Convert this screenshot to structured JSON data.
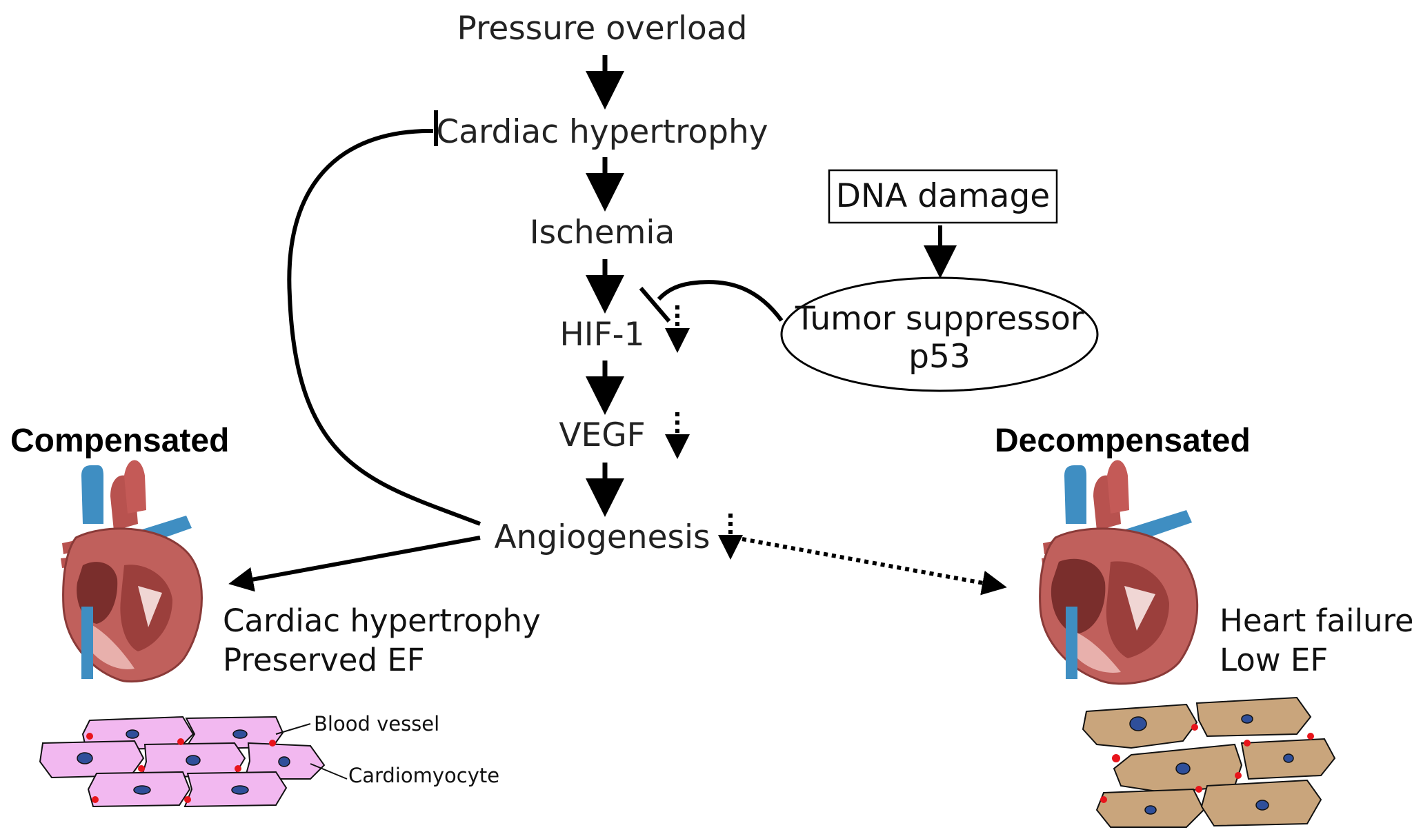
{
  "nodes": {
    "pressure_overload": "Pressure overload",
    "cardiac_hypertrophy": "Cardiac hypertrophy",
    "ischemia": "Ischemia",
    "hif1": "HIF-1",
    "vegf": "VEGF",
    "angiogenesis": "Angiogenesis",
    "dna_damage": "DNA damage",
    "p53_line1": "Tumor suppressor",
    "p53_line2": "p53"
  },
  "left_panel": {
    "heading": "Compensated",
    "outcome_line1": "Cardiac hypertrophy",
    "outcome_line2": "Preserved EF",
    "label_vessel": "Blood vessel",
    "label_cardiomyocyte": "Cardiomyocyte"
  },
  "right_panel": {
    "heading": "Decompensated",
    "outcome_line1": "Heart failure",
    "outcome_line2": "Low EF"
  },
  "colors": {
    "healthy_cell": "#f2b8f0",
    "failing_cell": "#c9a57c",
    "nucleus": "#2f4f9a",
    "vessel": "#e8141b",
    "heart_muscle": "#b8524f",
    "vein": "#3f8ec2"
  }
}
